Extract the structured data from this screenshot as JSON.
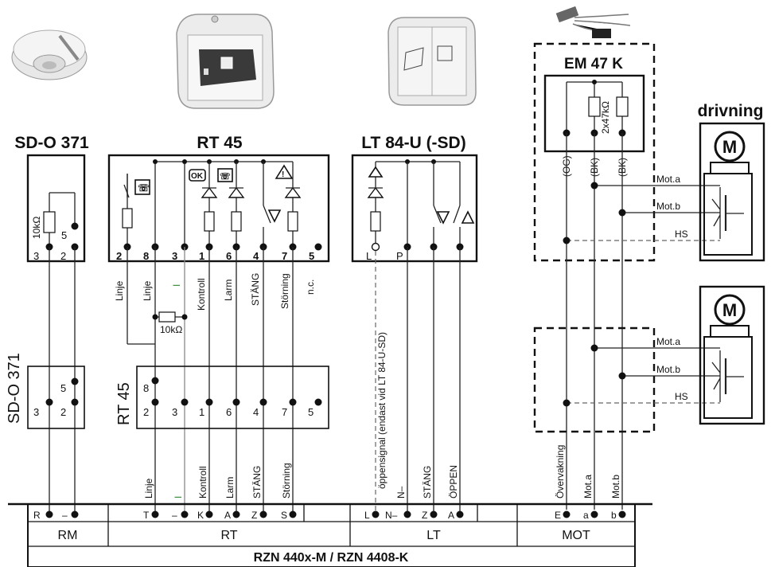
{
  "devices": {
    "sdo": {
      "title": "SD-O 371",
      "resistor": "10kΩ",
      "pin5": "5",
      "pins": [
        "3",
        "2"
      ]
    },
    "rt": {
      "title": "RT 45",
      "pins": [
        "2",
        "8",
        "3",
        "1",
        "6",
        "4",
        "7",
        "5"
      ],
      "ok": "OK",
      "wires": [
        "Linje",
        "Linje",
        "Kontroll",
        "Larm",
        "STÄNG",
        "Störning",
        "n.c."
      ],
      "resistor": "10kΩ",
      "mark": "I"
    },
    "lt": {
      "title": "LT 84-U (-SD)",
      "pins": [
        "L",
        "P"
      ],
      "signal": "öppensignal (endast vid LT 84-U-SD)"
    },
    "em": {
      "title": "EM 47 K",
      "resistor": "2x47kΩ",
      "wires": [
        "(OG)",
        "(BK)",
        "(BK)"
      ],
      "mota": "Mot.a",
      "motb": "Mot.b",
      "hs": "HS"
    },
    "drive": {
      "title": "drivning",
      "motor": "M"
    }
  },
  "modules": {
    "sdo": {
      "name": "SD-O 371",
      "pins": [
        "5",
        "3",
        "2"
      ]
    },
    "rt": {
      "name": "RT 45",
      "pins": [
        "8",
        "2",
        "3",
        "1",
        "6",
        "4",
        "7",
        "5"
      ]
    }
  },
  "bottom": {
    "labels": [
      "Linje",
      "Kontroll",
      "Larm",
      "STÄNG",
      "Störning",
      "N–",
      "STÄNG",
      "ÖPPEN",
      "Övervakning",
      "Mot.a",
      "Mot.b"
    ],
    "mark": "I",
    "terminals": [
      "R",
      "–",
      "T",
      "–",
      "K",
      "A",
      "Z",
      "S",
      "L",
      "N–",
      "Z",
      "A",
      "E",
      "a",
      "b"
    ],
    "groups": [
      "RM",
      "RT",
      "LT",
      "MOT"
    ],
    "footer": "RZN 440x-M / RZN 4408-K"
  }
}
